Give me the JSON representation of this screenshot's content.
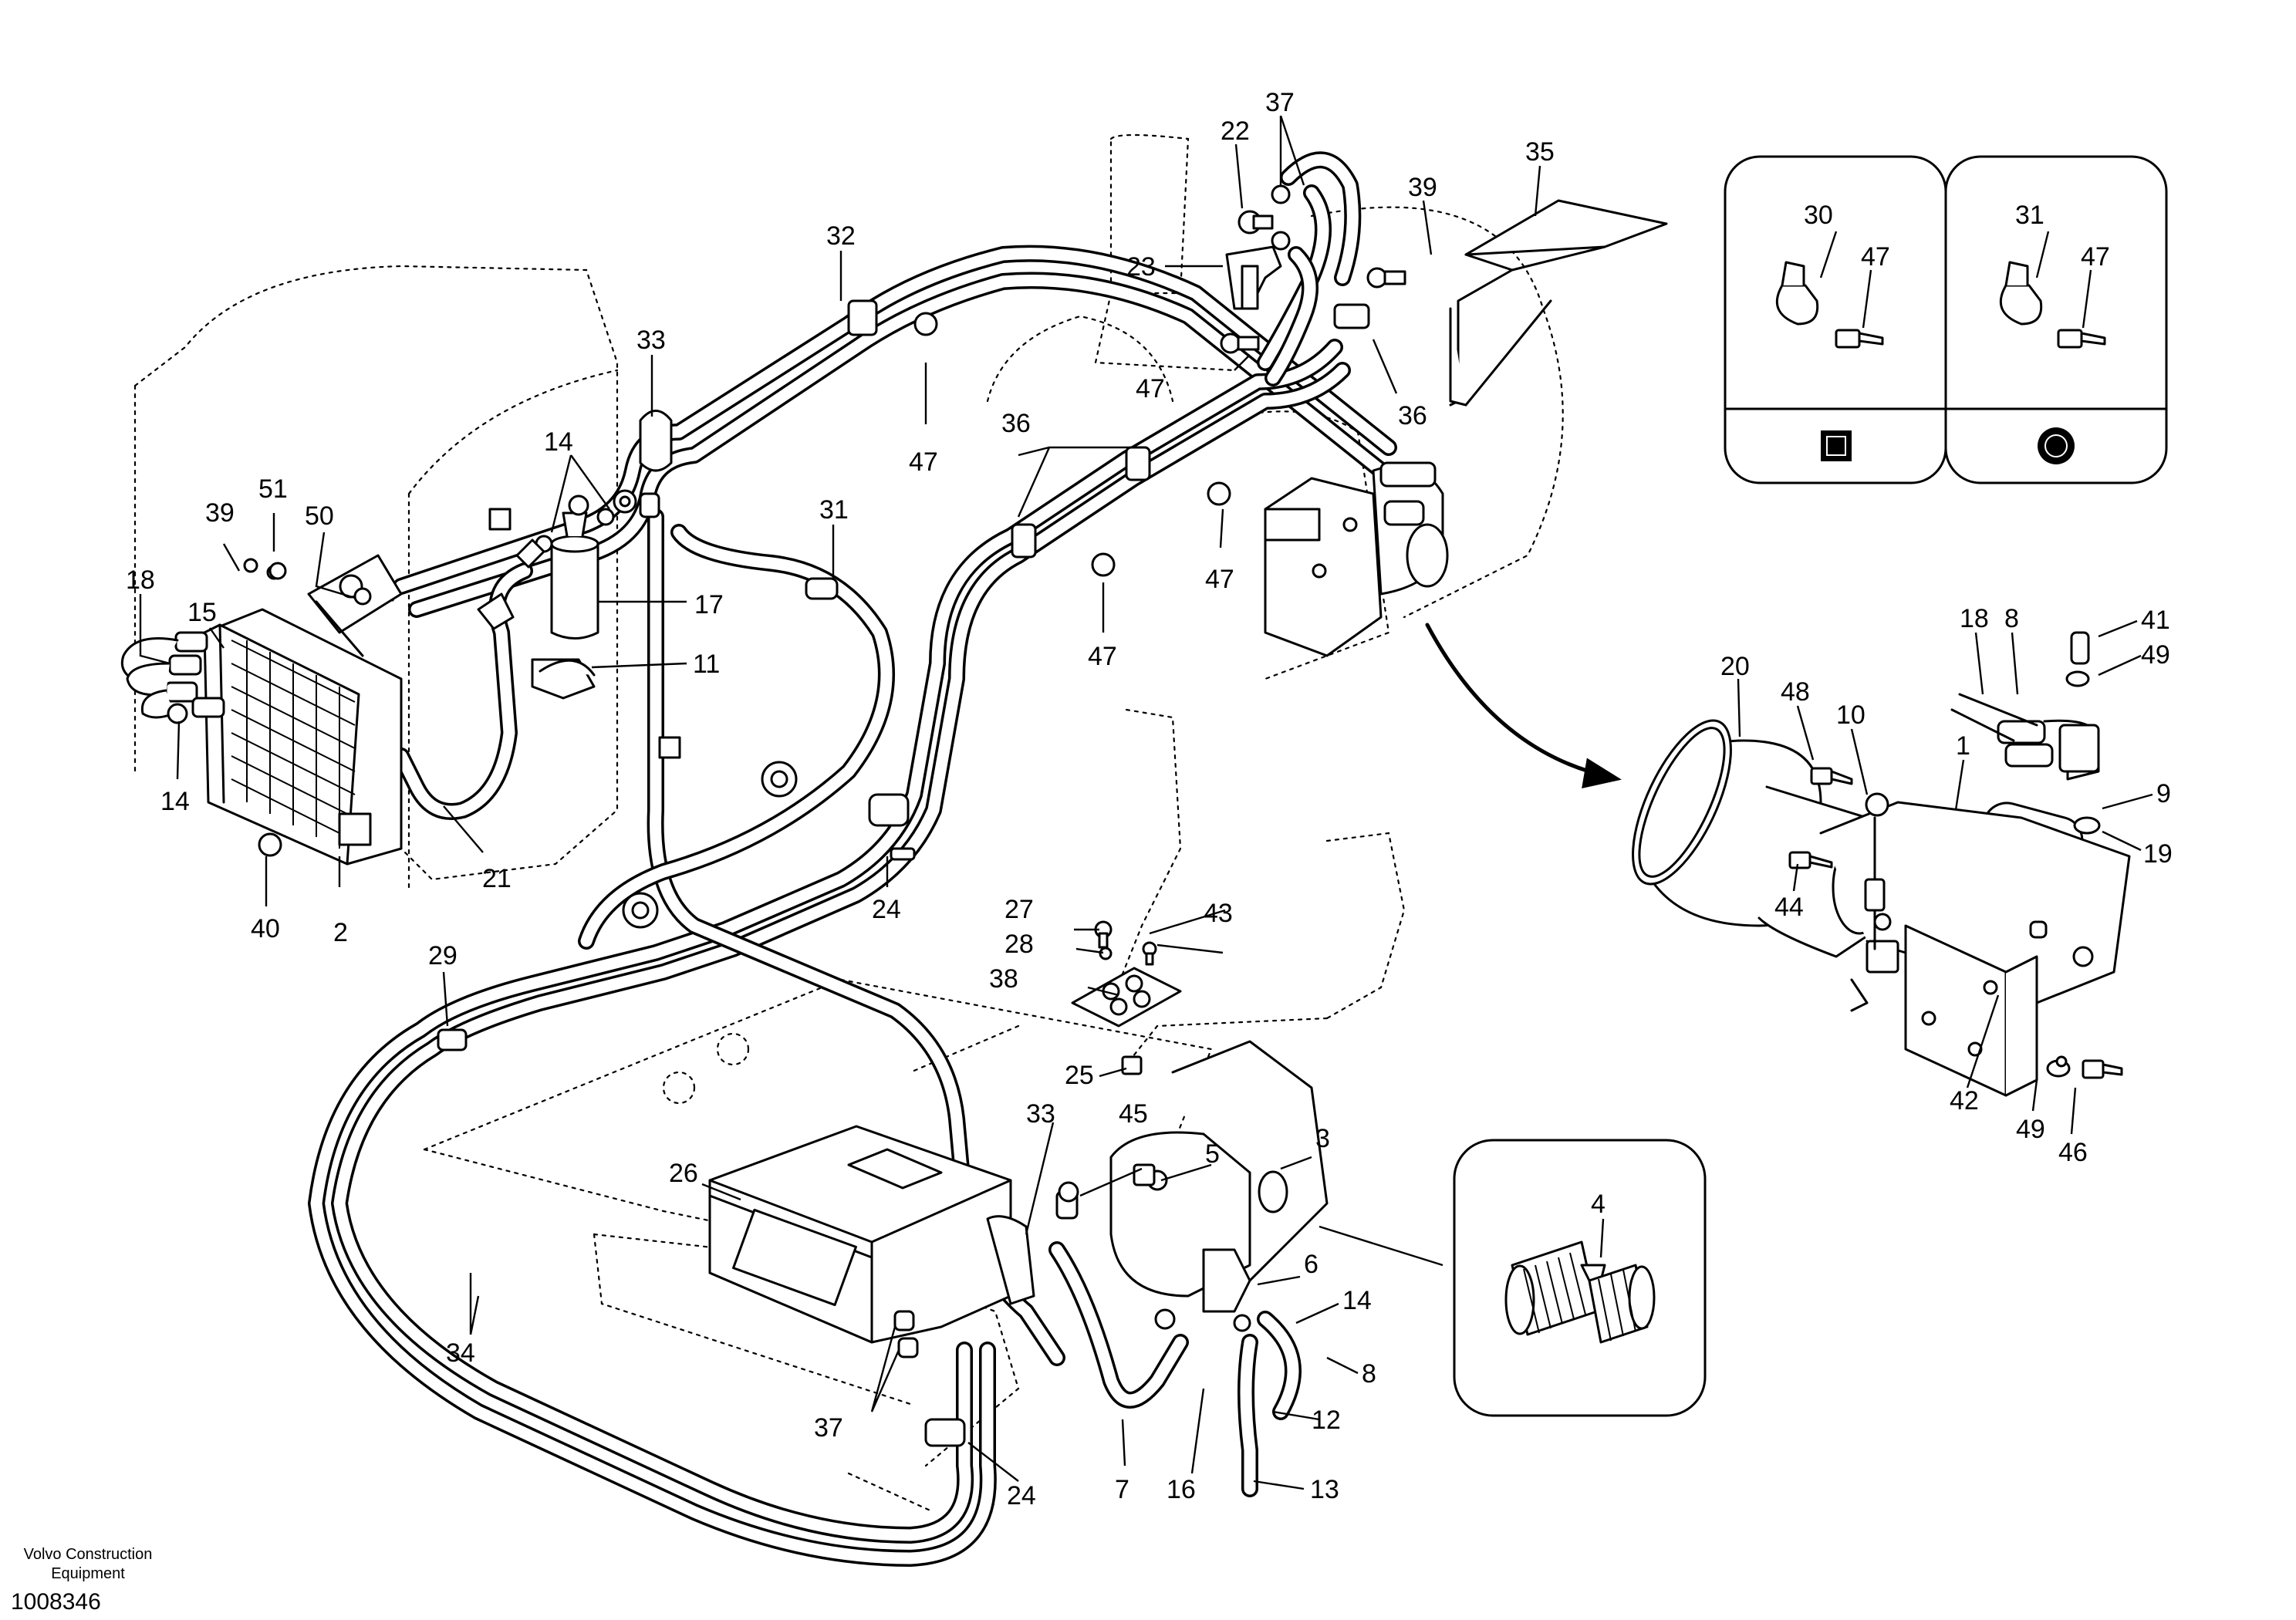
{
  "diagram": {
    "callouts": [
      "1",
      "2",
      "3",
      "4",
      "5",
      "6",
      "7",
      "8",
      "9",
      "10",
      "11",
      "12",
      "13",
      "14",
      "15",
      "16",
      "17",
      "18",
      "19",
      "20",
      "21",
      "22",
      "23",
      "24",
      "25",
      "26",
      "27",
      "28",
      "29",
      "30",
      "31",
      "32",
      "33",
      "34",
      "35",
      "36",
      "37",
      "38",
      "39",
      "40",
      "41",
      "42",
      "43",
      "44",
      "45",
      "46",
      "47",
      "48",
      "49",
      "50",
      "51"
    ]
  },
  "footer": {
    "brand_line1": "Volvo Construction",
    "brand_line2": "Equipment",
    "doc_number": "1008346"
  }
}
